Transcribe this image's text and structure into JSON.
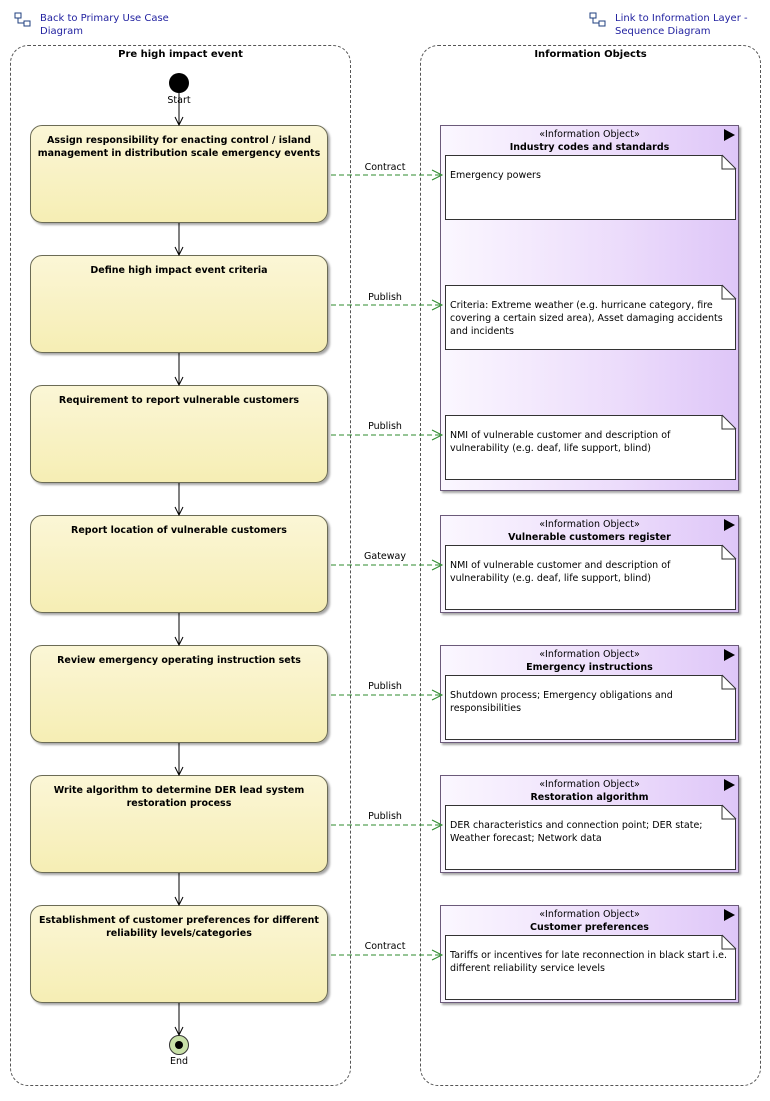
{
  "nav": {
    "back_link": "Back to Primary Use Case Diagram",
    "info_link": "Link to Information Layer - Sequence Diagram"
  },
  "lanes": {
    "left_title": "Pre high impact event",
    "right_title": "Information Objects"
  },
  "nodes": {
    "start": "Start",
    "end": "End"
  },
  "activities": [
    "Assign responsibility for enacting control / island management in distribution scale emergency events",
    "Define high impact event criteria",
    "Requirement to report vulnerable customers",
    "Report location of vulnerable customers",
    "Review emergency operating instruction sets",
    "Write algorithm to determine DER lead system restoration process",
    "Establishment of customer preferences for different reliability levels/categories"
  ],
  "flows": [
    "Contract",
    "Publish",
    "Publish",
    "Gateway",
    "Publish",
    "Publish",
    "Contract"
  ],
  "stereotype": "«Information Object»",
  "info_objects": [
    {
      "name": "Industry codes and standards"
    },
    {
      "name": "Vulnerable customers register"
    },
    {
      "name": "Emergency instructions"
    },
    {
      "name": "Restoration algorithm"
    },
    {
      "name": "Customer preferences"
    }
  ],
  "notes": [
    "Emergency powers",
    "Criteria: Extreme weather (e.g. hurricane category, fire covering a certain sized area), Asset damaging accidents and incidents",
    "NMI of vulnerable customer and description of vulnerability (e.g. deaf, life support, blind)",
    "NMI of vulnerable customer and description of vulnerability (e.g. deaf, life support, blind)",
    "Shutdown process; Emergency obligations and responsibilities",
    "DER characteristics and connection point; DER state; Weather forecast; Network data",
    "Tariffs or incentives for late reconnection in black start i.e. different reliability service levels"
  ],
  "colors": {
    "flow_arrow": "#2e8b2e",
    "control_flow": "#000000",
    "link_text": "#1f1f9f"
  }
}
